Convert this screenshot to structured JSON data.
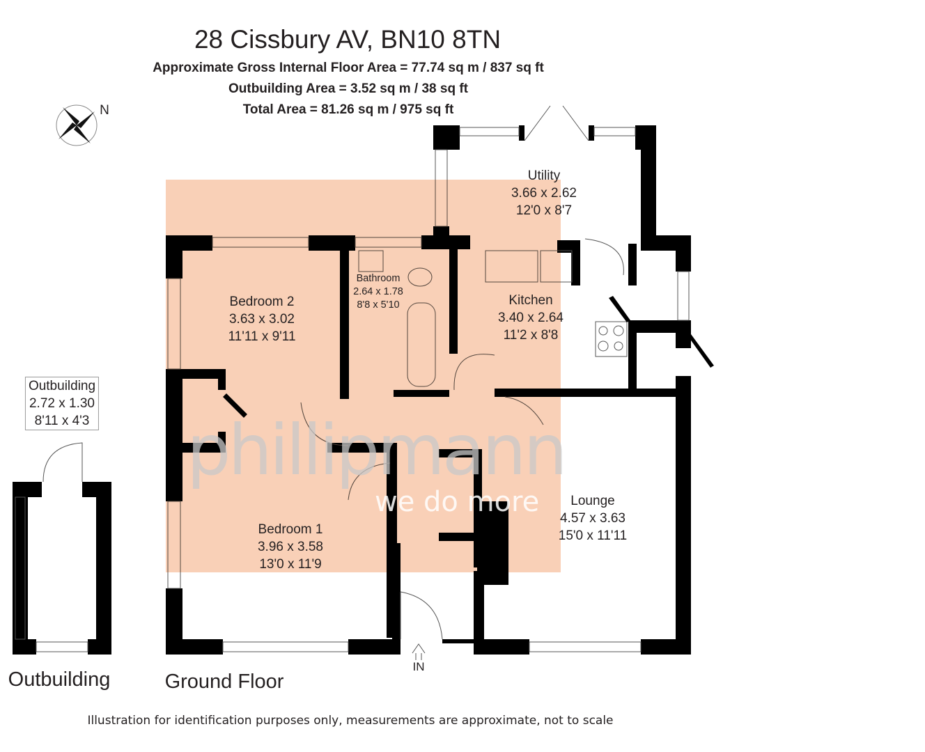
{
  "header": {
    "address": "28 Cissbury AV, BN10 8TN",
    "gross_area": "Approximate Gross Internal Floor Area = 77.74 sq m / 837 sq ft",
    "outbuilding_area": "Outbuilding Area = 3.52 sq m / 38 sq ft",
    "total_area": "Total Area = 81.26 sq m / 975 sq ft"
  },
  "compass": {
    "label": "N",
    "icon": "compass-rose-icon"
  },
  "rooms": [
    {
      "name": "Utility",
      "metric": "3.66 x 2.62",
      "imperial": "12'0 x 8'7"
    },
    {
      "name": "Bedroom 2",
      "metric": "3.63 x 3.02",
      "imperial": "11'11 x 9'11"
    },
    {
      "name": "Bathroom",
      "metric": "2.64 x 1.78",
      "imperial": "8'8 x 5'10"
    },
    {
      "name": "Kitchen",
      "metric": "3.40 x 2.64",
      "imperial": "11'2 x 8'8"
    },
    {
      "name": "Lounge",
      "metric": "4.57 x 3.63",
      "imperial": "15'0 x 11'11"
    },
    {
      "name": "Bedroom 1",
      "metric": "3.96 x 3.58",
      "imperial": "13'0 x 11'9"
    },
    {
      "name": "Outbuilding",
      "metric": "2.72 x 1.30",
      "imperial": "8'11 x 4'3"
    }
  ],
  "entrance_label": "IN",
  "floor_labels": {
    "outbuilding": "Outbuilding",
    "ground": "Ground Floor"
  },
  "watermark": {
    "brand": "phillipmann",
    "tagline": "we do more"
  },
  "disclaimer": "Illustration for identification purposes only, measurements are approximate, not to scale",
  "colors": {
    "wall": "#000000",
    "highlight": "#f5b08a"
  }
}
